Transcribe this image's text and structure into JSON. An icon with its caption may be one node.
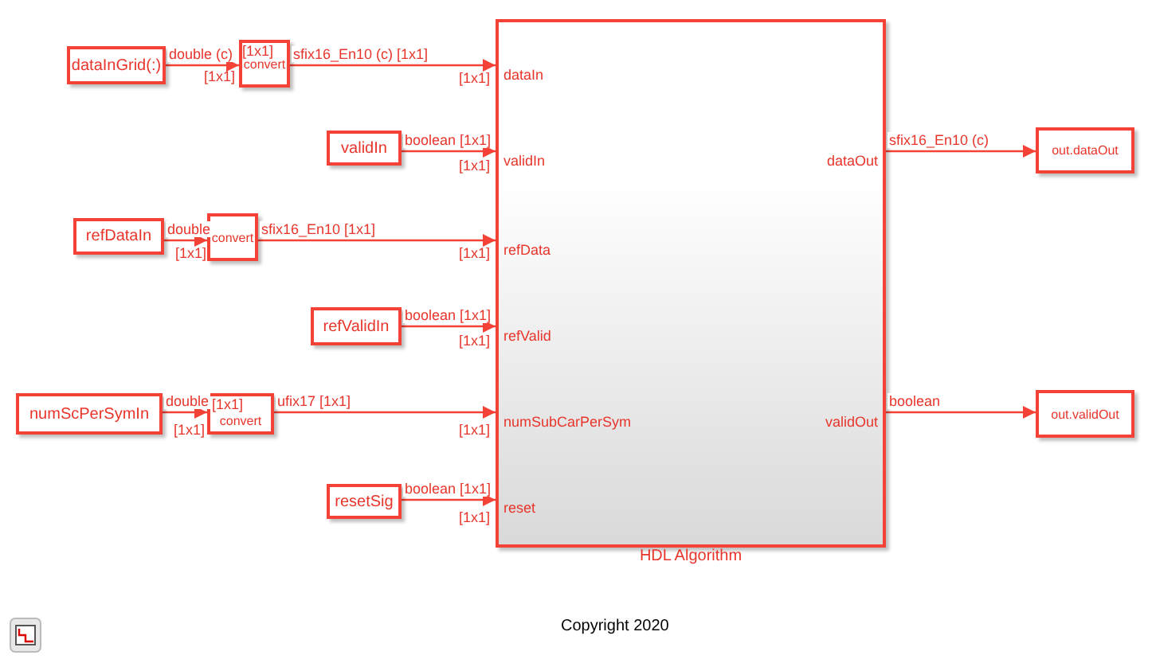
{
  "diagram": {
    "nodes": [
      {
        "text": [
          "dataInGrid(:)"
        ]
      },
      {
        "text": [
          "convert"
        ]
      },
      {
        "text": [
          "validIn"
        ]
      },
      {
        "text": [
          "refDataIn"
        ]
      },
      {
        "text": [
          "convert"
        ]
      },
      {
        "text": [
          "refValidIn"
        ]
      },
      {
        "text": [
          "numScPerSymIn"
        ]
      },
      {
        "text": [
          "convert"
        ]
      },
      {
        "text": [
          "resetSig"
        ]
      },
      {
        "text": [
          "HDL Algorithm",
          "dataIn",
          "validIn",
          "refData",
          "refValid",
          "numSubCarPerSym",
          "reset",
          "dataOut",
          "validOut"
        ]
      },
      {
        "text": [
          "out.dataOut"
        ]
      },
      {
        "text": [
          "out.validOut"
        ]
      }
    ],
    "edges": [
      {
        "from": 0,
        "to": 1,
        "arrow": "to",
        "label": "double (c)"
      },
      {
        "from": 1,
        "to": 9,
        "arrow": "to",
        "label": "sfix16_En10 (c) [1x1]"
      },
      {
        "from": 2,
        "to": 9,
        "arrow": "to",
        "label": "boolean [1x1]"
      },
      {
        "from": 3,
        "to": 4,
        "arrow": "to",
        "label": "double"
      },
      {
        "from": 4,
        "to": 9,
        "arrow": "to",
        "label": "sfix16_En10 [1x1]"
      },
      {
        "from": 5,
        "to": 9,
        "arrow": "to",
        "label": "boolean [1x1]"
      },
      {
        "from": 6,
        "to": 7,
        "arrow": "to",
        "label": "double"
      },
      {
        "from": 7,
        "to": 9,
        "arrow": "to",
        "label": "ufix17 [1x1]"
      },
      {
        "from": 8,
        "to": 9,
        "arrow": "to",
        "label": "boolean [1x1]"
      },
      {
        "from": 9,
        "to": 10,
        "arrow": "to",
        "label": "sfix16_En10 (c)"
      },
      {
        "from": 9,
        "to": 11,
        "arrow": "to",
        "label": "boolean"
      }
    ],
    "labels": [
      "[1x1]",
      "[1x1]",
      "[1x1]",
      "[1x1]",
      "[1x1]",
      "[1x1]",
      "[1x1]",
      "[1x1]",
      "[1x1]",
      "[1x1]",
      "[1x1]",
      "Copyright 2020"
    ]
  }
}
